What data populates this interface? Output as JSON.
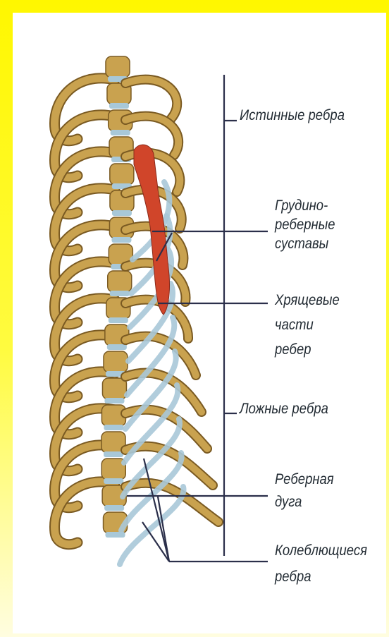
{
  "labels": {
    "true_ribs": "Истинные ребра",
    "sternocostal_line1": "Грудино-",
    "sternocostal_line2": "реберные",
    "sternocostal_line3": "суставы",
    "cartilage_line1": "Хрящевые",
    "cartilage_line2": "части",
    "cartilage_line3": "ребер",
    "false_ribs": "Ложные ребра",
    "costal_arch_line1": "Реберная",
    "costal_arch_line2": "дуга",
    "floating_line1": "Колеблющиеся",
    "floating_line2": "ребра"
  },
  "colors": {
    "border": "#fff700",
    "bone": "#c9a24f",
    "cartilage": "#a8c8d8",
    "sternum": "#d0452a",
    "lines": "#2b2f4a"
  }
}
